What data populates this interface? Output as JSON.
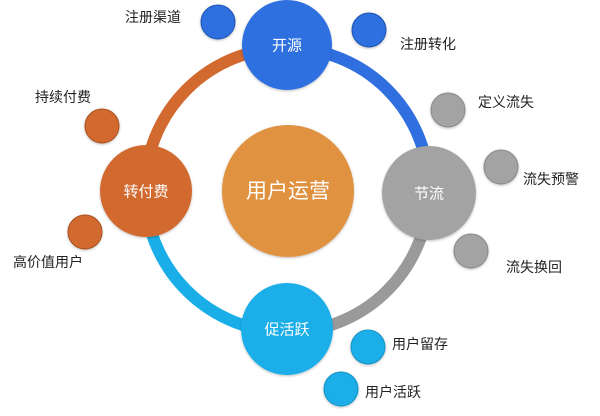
{
  "diagram": {
    "center": {
      "label": "用户运营",
      "color": "#E0923F"
    },
    "nodes": [
      {
        "id": "kaiyuan",
        "label": "开源",
        "color": "#2F6FE0"
      },
      {
        "id": "jieliu",
        "label": "节流",
        "color": "#A3A3A3"
      },
      {
        "id": "cuhuoyue",
        "label": "促活跃",
        "color": "#1AAEE8"
      },
      {
        "id": "zhuanfufei",
        "label": "转付费",
        "color": "#D2692F"
      }
    ],
    "satellites": {
      "kaiyuan": [
        "注册渠道",
        "注册转化"
      ],
      "jieliu": [
        "定义流失",
        "流失预警",
        "流失换回"
      ],
      "cuhuoyue": [
        "用户留存",
        "用户活跃"
      ],
      "zhuanfufei": [
        "持续付费",
        "高价值用户"
      ]
    },
    "ring_segments": [
      {
        "from": "zhuanfufei",
        "to": "kaiyuan",
        "color": "#D2692F"
      },
      {
        "from": "kaiyuan",
        "to": "jieliu",
        "color": "#2F6FE0"
      },
      {
        "from": "jieliu",
        "to": "cuhuoyue",
        "color": "#9A9A9A"
      },
      {
        "from": "cuhuoyue",
        "to": "zhuanfufei",
        "color": "#1AAEE8"
      }
    ]
  }
}
